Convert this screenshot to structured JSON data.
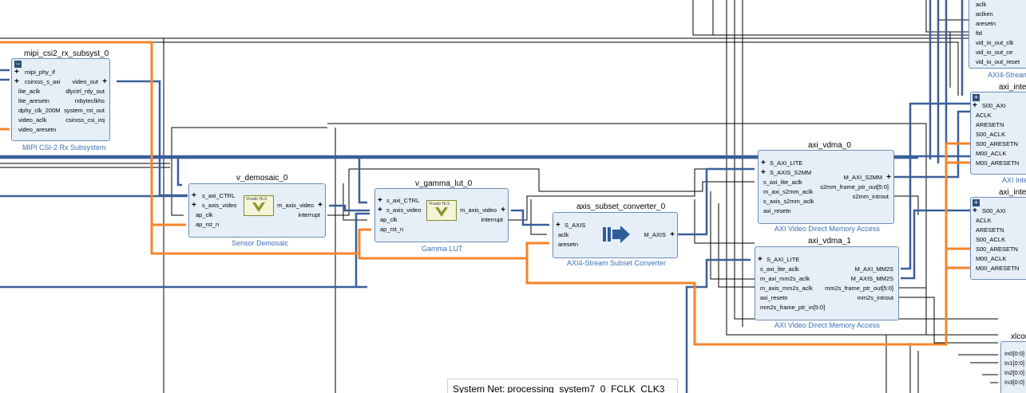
{
  "blocks": {
    "mipi": {
      "title": "mipi_csi2_rx_subsyst_0",
      "footer": "MIPI CSI-2 Rx Subsystem",
      "left_ports": [
        "mipi_phy_if",
        "csirxss_s_axi",
        "lite_aclk",
        "lite_aresetn",
        "dphy_clk_200M",
        "video_aclk",
        "video_aresetn"
      ],
      "right_ports": [
        "video_out",
        "dlyctrl_rdy_out",
        "rxbyteclkhs",
        "system_rst_out",
        "csirxss_csi_irq"
      ]
    },
    "demosaic": {
      "title": "v_demosaic_0",
      "footer": "Sensor Demosaic",
      "left_ports": [
        "s_axi_CTRL",
        "s_axis_video",
        "ap_clk",
        "ap_rst_n"
      ],
      "right_ports": [
        "m_axis_video",
        "interrupt"
      ],
      "logo_text": "Vivado HLS"
    },
    "gamma": {
      "title": "v_gamma_lut_0",
      "footer": "Gamma LUT",
      "left_ports": [
        "s_axi_CTRL",
        "s_axis_video",
        "ap_clk",
        "ap_rst_n"
      ],
      "right_ports": [
        "m_axis_video",
        "interrupt"
      ],
      "logo_text": "Vivado HLS"
    },
    "subset": {
      "title": "axis_subset_converter_0",
      "footer": "AXI4-Stream Subset Converter",
      "left_ports": [
        "S_AXIS",
        "aclk",
        "aresetn"
      ],
      "right_ports": [
        "M_AXIS"
      ]
    },
    "vdma0": {
      "title": "axi_vdma_0",
      "footer": "AXI Video Direct Memory Access",
      "left_ports": [
        "S_AXI_LITE",
        "S_AXIS_S2MM",
        "s_axi_lite_aclk",
        "m_axi_s2mm_aclk",
        "s_axis_s2mm_aclk",
        "axi_resetn"
      ],
      "right_ports": [
        "M_AXI_S2MM",
        "s2mm_frame_ptr_out[5:0]",
        "s2mm_introut"
      ]
    },
    "vdma1": {
      "title": "axi_vdma_1",
      "footer": "AXI Video Direct Memory Access",
      "left_ports": [
        "S_AXI_LITE",
        "s_axi_lite_aclk",
        "m_axi_mm2s_aclk",
        "m_axis_mm2s_aclk",
        "axi_resetn",
        "mm2s_frame_ptr_in[5:0]"
      ],
      "right_ports": [
        "M_AXI_MM2S",
        "M_AXIS_MM2S",
        "mm2s_frame_ptr_out[5:0]",
        "mm2s_introut"
      ]
    },
    "vidout": {
      "footer": "AXI4-Stream",
      "left_ports": [
        "aclk",
        "aclken",
        "aresetn",
        "fid",
        "vid_io_out_clk",
        "vid_io_out_ce",
        "vid_io_out_reset"
      ]
    },
    "inter0": {
      "title": "axi_inter",
      "footer": "AXI Inte",
      "left_ports": [
        "S00_AXI",
        "ACLK",
        "ARESETN",
        "S00_ACLK",
        "S00_ARESETN",
        "M00_ACLK",
        "M00_ARESETN"
      ]
    },
    "inter1": {
      "title": "axi_inter",
      "left_ports": [
        "S00_AXI",
        "ACLK",
        "ARESETN",
        "S00_ACLK",
        "S00_ARESETN",
        "M00_ACLK",
        "M00_ARESETN"
      ]
    },
    "xlconcat": {
      "title": "xlcon",
      "left_ports": [
        "In0[0:0]",
        "In1[0:0]",
        "In2[0:0]",
        "In3[0:0]"
      ]
    }
  },
  "status_bar": {
    "text": "System Net: processing_system7_0_FCLK_CLK3"
  },
  "colors": {
    "bus": "#3a5f99",
    "highlight_net": "#f5842a",
    "wire": "#000000",
    "block_fill": "#e6eff8",
    "block_border": "#6d8db8",
    "footer_text": "#3b6fb6"
  }
}
